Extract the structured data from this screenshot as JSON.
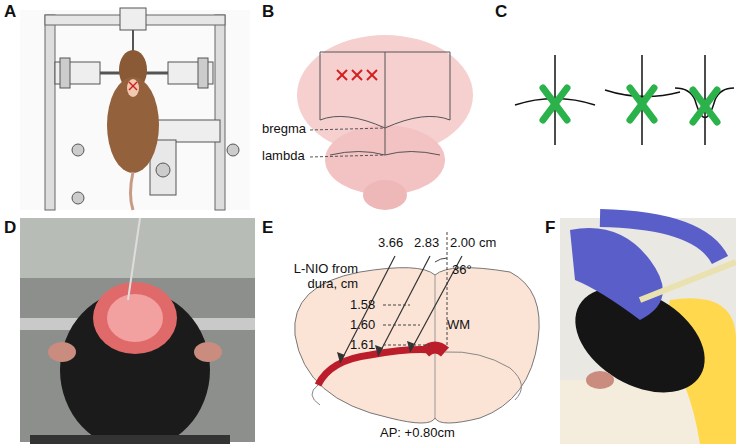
{
  "diagram": {
    "labels": [
      "A",
      "B",
      "C",
      "D",
      "E",
      "F",
      "bregma",
      "lambda",
      "3.66",
      "2.83",
      "2.00 cm",
      "L-NIO from dura, cm",
      "1.58",
      "1.60",
      "1.61",
      "36°",
      "WM",
      "AP: +0.80cm"
    ]
  }
}
